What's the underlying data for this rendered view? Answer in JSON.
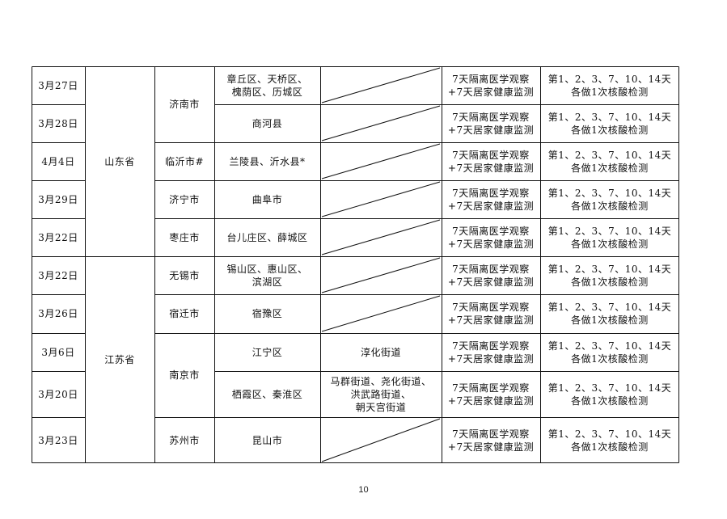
{
  "table": {
    "rows": [
      {
        "date": "3月27日",
        "district": "章丘区、天桥区、\n槐荫区、历城区",
        "street": "",
        "control": "7天隔离医学观察\n+7天居家健康监测",
        "testing": "第1、2、3、7、10、14天\n各做1次核酸检测"
      },
      {
        "date": "3月28日",
        "district": "商河县",
        "street": "",
        "control": "7天隔离医学观察\n+7天居家健康监测",
        "testing": "第1、2、3、7、10、14天\n各做1次核酸检测"
      },
      {
        "date": "4月4日",
        "district": "兰陵县、沂水县*",
        "street": "",
        "control": "7天隔离医学观察\n+7天居家健康监测",
        "testing": "第1、2、3、7、10、14天\n各做1次核酸检测"
      },
      {
        "date": "3月29日",
        "district": "曲阜市",
        "street": "",
        "control": "7天隔离医学观察\n+7天居家健康监测",
        "testing": "第1、2、3、7、10、14天\n各做1次核酸检测"
      },
      {
        "date": "3月22日",
        "district": "台儿庄区、薛城区",
        "street": "",
        "control": "7天隔离医学观察\n+7天居家健康监测",
        "testing": "第1、2、3、7、10、14天\n各做1次核酸检测"
      },
      {
        "date": "3月22日",
        "district": "锡山区、惠山区、\n滨湖区",
        "street": "",
        "control": "7天隔离医学观察\n+7天居家健康监测",
        "testing": "第1、2、3、7、10、14天\n各做1次核酸检测"
      },
      {
        "date": "3月26日",
        "district": "宿豫区",
        "street": "",
        "control": "7天隔离医学观察\n+7天居家健康监测",
        "testing": "第1、2、3、7、10、14天\n各做1次核酸检测"
      },
      {
        "date": "3月6日",
        "district": "江宁区",
        "street": "淳化街道",
        "control": "7天隔离医学观察\n+7天居家健康监测",
        "testing": "第1、2、3、7、10、14天\n各做1次核酸检测"
      },
      {
        "date": "3月20日",
        "district": "栖霞区、秦淮区",
        "street": "马群街道、尧化街道、\n洪武路街道、\n朝天宫街道",
        "control": "7天隔离医学观察\n+7天居家健康监测",
        "testing": "第1、2、3、7、10、14天\n各做1次核酸检测"
      },
      {
        "date": "3月23日",
        "district": "昆山市",
        "street": "",
        "control": "7天隔离医学观察\n+7天居家健康监测",
        "testing": "第1、2、3、7、10、14天\n各做1次核酸检测"
      }
    ],
    "provinces": [
      {
        "name": "山东省",
        "first_row": 0,
        "row_count": 5
      },
      {
        "name": "江苏省",
        "first_row": 5,
        "row_count": 5
      }
    ],
    "cities": [
      {
        "name": "济南市",
        "first_row": 0,
        "row_count": 2
      },
      {
        "name": "临沂市#",
        "first_row": 2,
        "row_count": 1
      },
      {
        "name": "济宁市",
        "first_row": 3,
        "row_count": 1
      },
      {
        "name": "枣庄市",
        "first_row": 4,
        "row_count": 1
      },
      {
        "name": "无锡市",
        "first_row": 5,
        "row_count": 1
      },
      {
        "name": "宿迁市",
        "first_row": 6,
        "row_count": 1
      },
      {
        "name": "南京市",
        "first_row": 7,
        "row_count": 2
      },
      {
        "name": "苏州市",
        "first_row": 9,
        "row_count": 1
      }
    ]
  },
  "footer": {
    "page_number": "10"
  },
  "colors": {
    "line": "#111111",
    "text": "#111111"
  }
}
